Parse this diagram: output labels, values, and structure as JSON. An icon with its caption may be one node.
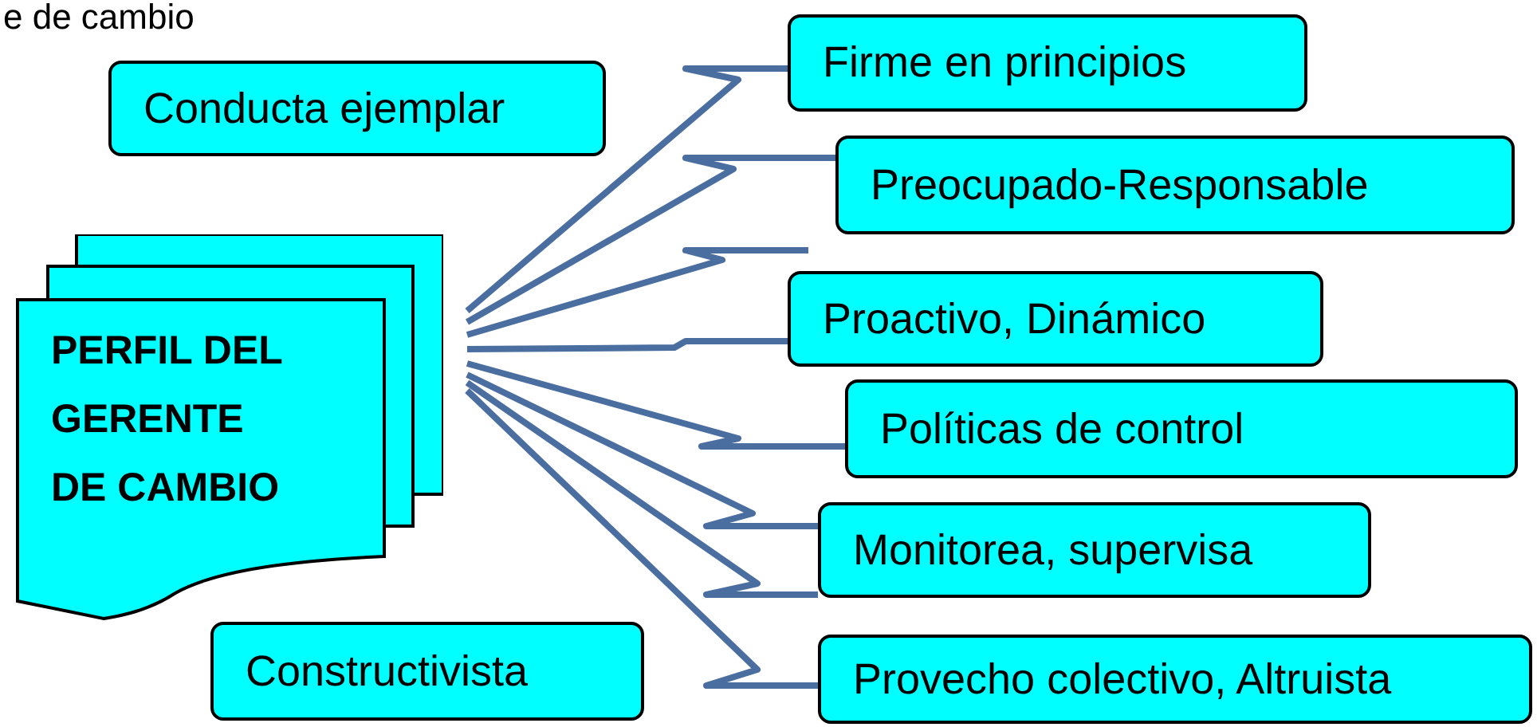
{
  "diagram": {
    "nodes": [
      {
        "text": [
          "PERFIL DEL GERENTE DE CAMBIO"
        ]
      },
      {
        "text": [
          "Conducta ejemplar"
        ]
      },
      {
        "text": [
          "Firme en principios"
        ]
      },
      {
        "text": [
          "Preocupado-Responsable"
        ]
      },
      {
        "text": [
          "Proactivo, Dinámico"
        ]
      },
      {
        "text": [
          "Políticas de control"
        ]
      },
      {
        "text": [
          "Monitorea, supervisa"
        ]
      },
      {
        "text": [
          "Constructivista"
        ]
      },
      {
        "text": [
          "Provecho colectivo, Altruista"
        ]
      }
    ],
    "edges": [
      {
        "from": 0,
        "to": 2,
        "arrow": "none"
      },
      {
        "from": 0,
        "to": 3,
        "arrow": "none"
      },
      {
        "from": 0,
        "to": null,
        "arrow": "none"
      },
      {
        "from": 0,
        "to": 4,
        "arrow": "none"
      },
      {
        "from": 0,
        "to": 5,
        "arrow": "none"
      },
      {
        "from": 0,
        "to": 6,
        "arrow": "none"
      },
      {
        "from": 0,
        "to": 6,
        "arrow": "none"
      },
      {
        "from": 0,
        "to": 8,
        "arrow": "none"
      }
    ],
    "labels": [
      "e de cambio"
    ]
  }
}
